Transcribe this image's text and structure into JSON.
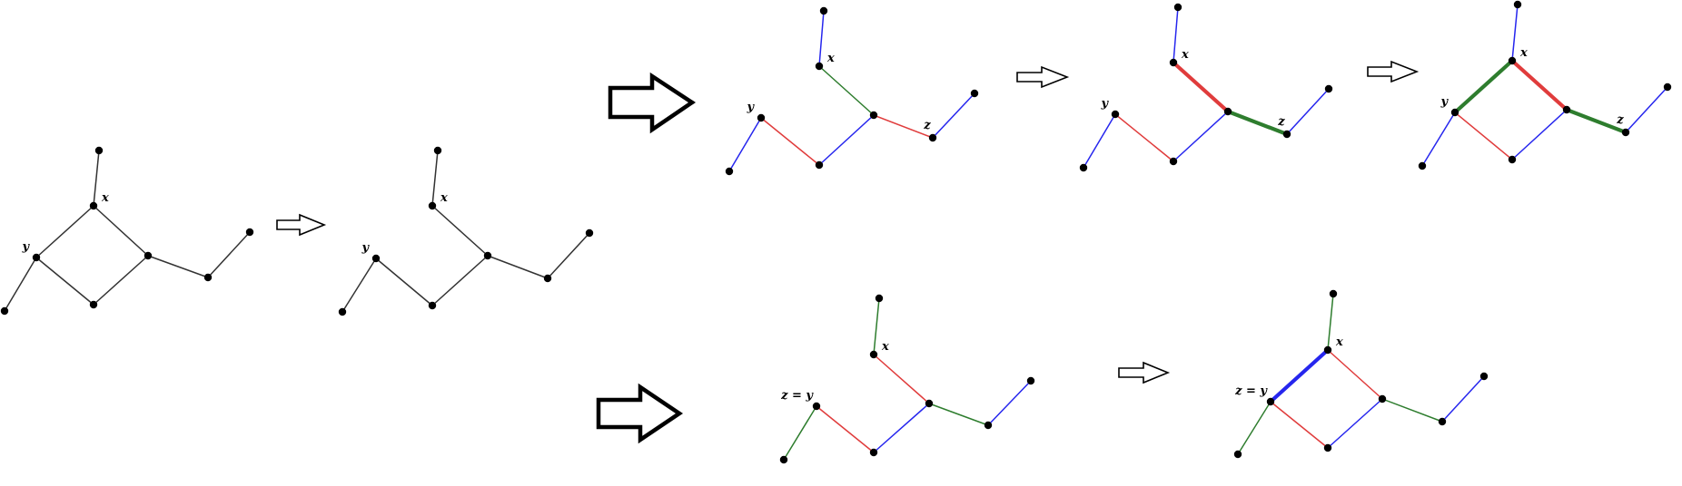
{
  "colors": {
    "black": "#333333",
    "red": "#e03c3c",
    "blue": "#2626ee",
    "green": "#2e7d2e"
  },
  "labels": {
    "x": "x",
    "y": "y",
    "z": "z",
    "zy": "z = y"
  },
  "panels": [
    {
      "id": "original-graph",
      "edges": [
        {
          "from": "top",
          "to": "x",
          "color": "black"
        },
        {
          "from": "x",
          "to": "y",
          "color": "black"
        },
        {
          "from": "x",
          "to": "c",
          "color": "black"
        },
        {
          "from": "y",
          "to": "bot",
          "color": "black"
        },
        {
          "from": "bot",
          "to": "c",
          "color": "black"
        },
        {
          "from": "y",
          "to": "ll",
          "color": "black"
        },
        {
          "from": "c",
          "to": "z",
          "color": "black"
        },
        {
          "from": "z",
          "to": "rr",
          "color": "black"
        }
      ],
      "labels": [
        {
          "node": "x",
          "text_key": "x"
        },
        {
          "node": "y",
          "text_key": "y"
        }
      ]
    },
    {
      "id": "spanning-tree",
      "edges": [
        {
          "from": "top",
          "to": "x",
          "color": "black"
        },
        {
          "from": "x",
          "to": "c",
          "color": "black"
        },
        {
          "from": "y",
          "to": "bot",
          "color": "black"
        },
        {
          "from": "bot",
          "to": "c",
          "color": "black"
        },
        {
          "from": "y",
          "to": "ll",
          "color": "black"
        },
        {
          "from": "c",
          "to": "z",
          "color": "black"
        },
        {
          "from": "z",
          "to": "rr",
          "color": "black"
        }
      ],
      "labels": [
        {
          "node": "x",
          "text_key": "x"
        },
        {
          "node": "y",
          "text_key": "y"
        }
      ]
    },
    {
      "id": "top-coloring-1",
      "edges": [
        {
          "from": "top",
          "to": "x",
          "color": "blue"
        },
        {
          "from": "x",
          "to": "c",
          "color": "green"
        },
        {
          "from": "y",
          "to": "bot",
          "color": "red"
        },
        {
          "from": "bot",
          "to": "c",
          "color": "blue"
        },
        {
          "from": "y",
          "to": "ll",
          "color": "blue"
        },
        {
          "from": "c",
          "to": "z",
          "color": "red"
        },
        {
          "from": "z",
          "to": "rr",
          "color": "blue"
        }
      ],
      "labels": [
        {
          "node": "x",
          "text_key": "x"
        },
        {
          "node": "y",
          "text_key": "y"
        },
        {
          "node": "z",
          "text_key": "z"
        }
      ]
    },
    {
      "id": "top-coloring-2",
      "edges": [
        {
          "from": "top",
          "to": "x",
          "color": "blue"
        },
        {
          "from": "x",
          "to": "c",
          "color": "red",
          "bold": true
        },
        {
          "from": "y",
          "to": "bot",
          "color": "red"
        },
        {
          "from": "bot",
          "to": "c",
          "color": "blue"
        },
        {
          "from": "y",
          "to": "ll",
          "color": "blue"
        },
        {
          "from": "c",
          "to": "z",
          "color": "green",
          "bold": true
        },
        {
          "from": "z",
          "to": "rr",
          "color": "blue"
        }
      ],
      "labels": [
        {
          "node": "x",
          "text_key": "x"
        },
        {
          "node": "y",
          "text_key": "y"
        },
        {
          "node": "z",
          "text_key": "z"
        }
      ]
    },
    {
      "id": "top-coloring-3",
      "edges": [
        {
          "from": "top",
          "to": "x",
          "color": "blue"
        },
        {
          "from": "x",
          "to": "y",
          "color": "green",
          "bold": true
        },
        {
          "from": "x",
          "to": "c",
          "color": "red",
          "bold": true
        },
        {
          "from": "y",
          "to": "bot",
          "color": "red"
        },
        {
          "from": "bot",
          "to": "c",
          "color": "blue"
        },
        {
          "from": "y",
          "to": "ll",
          "color": "blue"
        },
        {
          "from": "c",
          "to": "z",
          "color": "green",
          "bold": true
        },
        {
          "from": "z",
          "to": "rr",
          "color": "blue"
        }
      ],
      "labels": [
        {
          "node": "x",
          "text_key": "x"
        },
        {
          "node": "y",
          "text_key": "y"
        },
        {
          "node": "z",
          "text_key": "z"
        }
      ]
    },
    {
      "id": "bottom-coloring-1",
      "edges": [
        {
          "from": "top",
          "to": "x",
          "color": "green"
        },
        {
          "from": "x",
          "to": "c",
          "color": "red"
        },
        {
          "from": "y",
          "to": "bot",
          "color": "red"
        },
        {
          "from": "bot",
          "to": "c",
          "color": "blue"
        },
        {
          "from": "y",
          "to": "ll",
          "color": "green"
        },
        {
          "from": "c",
          "to": "z",
          "color": "green"
        },
        {
          "from": "z",
          "to": "rr",
          "color": "blue"
        }
      ],
      "labels": [
        {
          "node": "x",
          "text_key": "x"
        },
        {
          "node": "y",
          "text_key": "zy"
        }
      ]
    },
    {
      "id": "bottom-coloring-2",
      "edges": [
        {
          "from": "top",
          "to": "x",
          "color": "green"
        },
        {
          "from": "x",
          "to": "y",
          "color": "blue",
          "bold": true
        },
        {
          "from": "x",
          "to": "c",
          "color": "red"
        },
        {
          "from": "y",
          "to": "bot",
          "color": "red"
        },
        {
          "from": "bot",
          "to": "c",
          "color": "blue"
        },
        {
          "from": "y",
          "to": "ll",
          "color": "green"
        },
        {
          "from": "c",
          "to": "z",
          "color": "green"
        },
        {
          "from": "z",
          "to": "rr",
          "color": "blue"
        }
      ],
      "labels": [
        {
          "node": "x",
          "text_key": "x"
        },
        {
          "node": "y",
          "text_key": "zy"
        }
      ]
    }
  ]
}
